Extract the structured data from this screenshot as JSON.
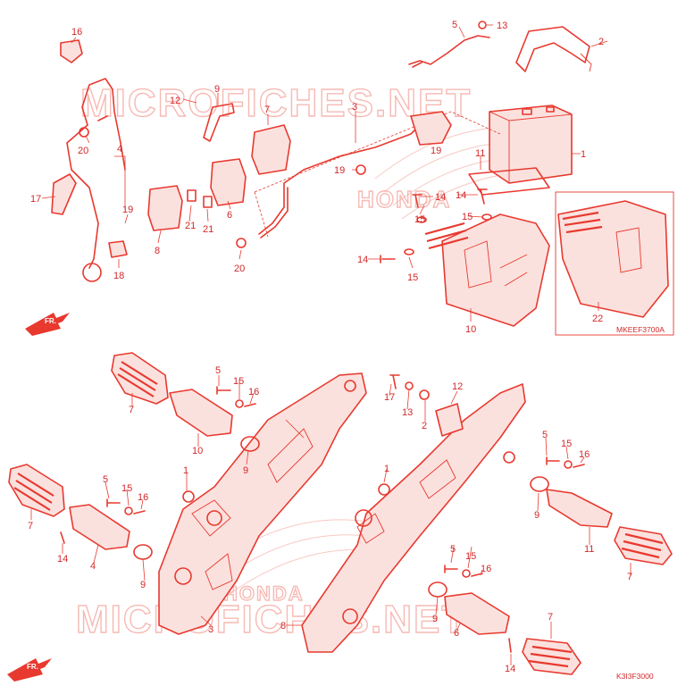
{
  "diagram": {
    "watermark_text": "MICROFICHES.NET",
    "top_assembly_code": "MKEEF3700A",
    "bottom_assembly_code": "K3I3F3000",
    "front_marker": "FR.",
    "brand_watermark": "HONDA",
    "colors": {
      "line": "#e8392f",
      "text": "#d2282a",
      "watermark": "#f3a39c"
    }
  },
  "top_callouts": [
    {
      "id": "t16",
      "text": "16"
    },
    {
      "id": "t20a",
      "text": "20"
    },
    {
      "id": "t4",
      "text": "4"
    },
    {
      "id": "t17",
      "text": "17"
    },
    {
      "id": "t19a",
      "text": "19"
    },
    {
      "id": "t18",
      "text": "18"
    },
    {
      "id": "t12",
      "text": "12"
    },
    {
      "id": "t9",
      "text": "9"
    },
    {
      "id": "t7",
      "text": "7"
    },
    {
      "id": "t8",
      "text": "8"
    },
    {
      "id": "t6",
      "text": "6"
    },
    {
      "id": "t21a",
      "text": "21"
    },
    {
      "id": "t21b",
      "text": "21"
    },
    {
      "id": "t3",
      "text": "3"
    },
    {
      "id": "t19b",
      "text": "19"
    },
    {
      "id": "t19c",
      "text": "19"
    },
    {
      "id": "t20b",
      "text": "20"
    },
    {
      "id": "t5",
      "text": "5"
    },
    {
      "id": "t13",
      "text": "13"
    },
    {
      "id": "t2",
      "text": "2"
    },
    {
      "id": "t1",
      "text": "1"
    },
    {
      "id": "t11",
      "text": "11"
    },
    {
      "id": "t14a",
      "text": "14"
    },
    {
      "id": "t14b",
      "text": "14"
    },
    {
      "id": "t15a",
      "text": "15"
    },
    {
      "id": "t15b",
      "text": "15"
    },
    {
      "id": "t14c",
      "text": "14"
    },
    {
      "id": "t15c",
      "text": "15"
    },
    {
      "id": "t10",
      "text": "10"
    },
    {
      "id": "t22",
      "text": "22"
    }
  ],
  "bottom_callouts": [
    {
      "id": "b7a",
      "text": "7"
    },
    {
      "id": "b5a",
      "text": "5"
    },
    {
      "id": "b15a",
      "text": "15"
    },
    {
      "id": "b16a",
      "text": "16"
    },
    {
      "id": "b10",
      "text": "10"
    },
    {
      "id": "b9a",
      "text": "9"
    },
    {
      "id": "b1a",
      "text": "1"
    },
    {
      "id": "b7b",
      "text": "7"
    },
    {
      "id": "b5b",
      "text": "5"
    },
    {
      "id": "b15b",
      "text": "15"
    },
    {
      "id": "b16b",
      "text": "16"
    },
    {
      "id": "b14a",
      "text": "14"
    },
    {
      "id": "b4",
      "text": "4"
    },
    {
      "id": "b9b",
      "text": "9"
    },
    {
      "id": "b3",
      "text": "3"
    },
    {
      "id": "b17",
      "text": "17"
    },
    {
      "id": "b13",
      "text": "13"
    },
    {
      "id": "b12",
      "text": "12"
    },
    {
      "id": "b2",
      "text": "2"
    },
    {
      "id": "b1b",
      "text": "1"
    },
    {
      "id": "b5c",
      "text": "5"
    },
    {
      "id": "b15c",
      "text": "15"
    },
    {
      "id": "b16c",
      "text": "16"
    },
    {
      "id": "b9c",
      "text": "9"
    },
    {
      "id": "b11",
      "text": "11"
    },
    {
      "id": "b7c",
      "text": "7"
    },
    {
      "id": "b8",
      "text": "8"
    },
    {
      "id": "b5d",
      "text": "5"
    },
    {
      "id": "b15d",
      "text": "15"
    },
    {
      "id": "b16d",
      "text": "16"
    },
    {
      "id": "b9d",
      "text": "9"
    },
    {
      "id": "b6",
      "text": "6"
    },
    {
      "id": "b7d",
      "text": "7"
    },
    {
      "id": "b14b",
      "text": "14"
    }
  ]
}
